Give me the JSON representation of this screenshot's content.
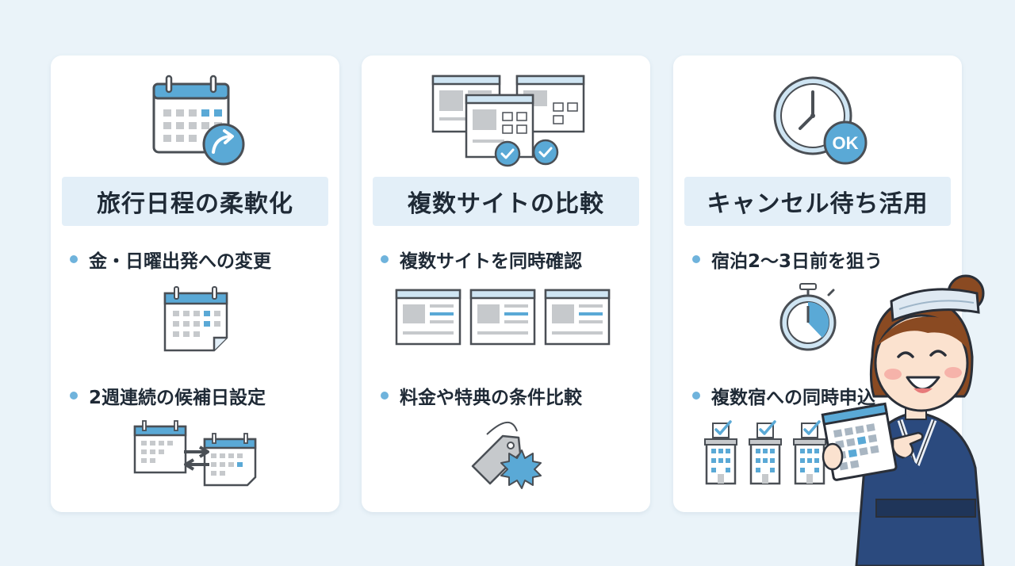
{
  "colors": {
    "background": "#eaf3f9",
    "card": "#ffffff",
    "title_bar": "#e3eff8",
    "accent_blue": "#6fb3dc",
    "icon_blue": "#5aa9d6",
    "outline": "#4a4f55",
    "text": "#1f2a36"
  },
  "cards": [
    {
      "title": "旅行日程の柔軟化",
      "hero_icon": "calendar-reschedule-icon",
      "bullets": [
        {
          "text": "金・日曜出発への変更",
          "icon": "calendar-icon"
        },
        {
          "text": "2週連続の候補日設定",
          "icon": "calendar-swap-icon"
        }
      ]
    },
    {
      "title": "複数サイトの比較",
      "hero_icon": "browser-windows-check-icon",
      "bullets": [
        {
          "text": "複数サイトを同時確認",
          "icon": "browser-windows-icon"
        },
        {
          "text": "料金や特典の条件比較",
          "icon": "price-tag-icon"
        }
      ]
    },
    {
      "title": "キャンセル待ち活用",
      "hero_icon": "clock-ok-icon",
      "hero_badge": "OK",
      "bullets": [
        {
          "text": "宿泊2〜3日前を狙う",
          "icon": "stopwatch-icon"
        },
        {
          "text": "複数宿への同時申込",
          "icon": "hotel-buildings-check-icon"
        }
      ]
    }
  ],
  "mascot": {
    "icon": "yukata-woman-with-calendar"
  }
}
